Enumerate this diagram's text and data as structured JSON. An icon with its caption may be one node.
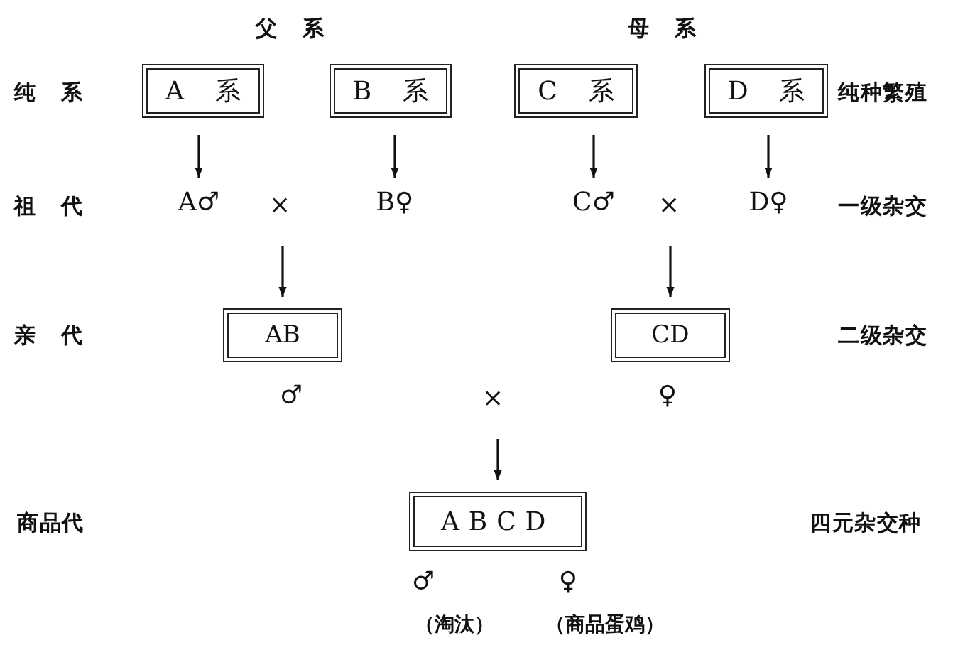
{
  "diagram": {
    "nodes": [
      {
        "text": [
          "A 系"
        ]
      },
      {
        "text": [
          "B 系"
        ]
      },
      {
        "text": [
          "C 系"
        ]
      },
      {
        "text": [
          "D 系"
        ]
      },
      {
        "text": [
          "A♂"
        ]
      },
      {
        "text": [
          "×"
        ]
      },
      {
        "text": [
          "B♀"
        ]
      },
      {
        "text": [
          "C♂"
        ]
      },
      {
        "text": [
          "×"
        ]
      },
      {
        "text": [
          "D♀"
        ]
      },
      {
        "text": [
          "AB"
        ],
        "beside": [
          "♂"
        ]
      },
      {
        "text": [
          "CD"
        ],
        "beside": [
          "♀"
        ]
      },
      {
        "text": [
          "×"
        ]
      },
      {
        "text": [
          "ABCD"
        ],
        "beside": [
          "♂",
          "♀",
          "（淘汰）",
          "（商品蛋鸡）"
        ]
      }
    ],
    "edges": [
      {
        "from": 0,
        "to": 4,
        "arrow": "to"
      },
      {
        "from": 1,
        "to": 6,
        "arrow": "to"
      },
      {
        "from": 2,
        "to": 7,
        "arrow": "to"
      },
      {
        "from": 3,
        "to": 9,
        "arrow": "to"
      },
      {
        "from": 5,
        "to": 10,
        "arrow": "to"
      },
      {
        "from": 8,
        "to": 11,
        "arrow": "to"
      },
      {
        "from": 12,
        "to": 13,
        "arrow": "to"
      }
    ],
    "labels": [
      "父系",
      "母系",
      "纯系",
      "纯种繁殖",
      "祖代",
      "一级杂交",
      "亲代",
      "二级杂交",
      "商品代",
      "四元杂交种"
    ]
  }
}
